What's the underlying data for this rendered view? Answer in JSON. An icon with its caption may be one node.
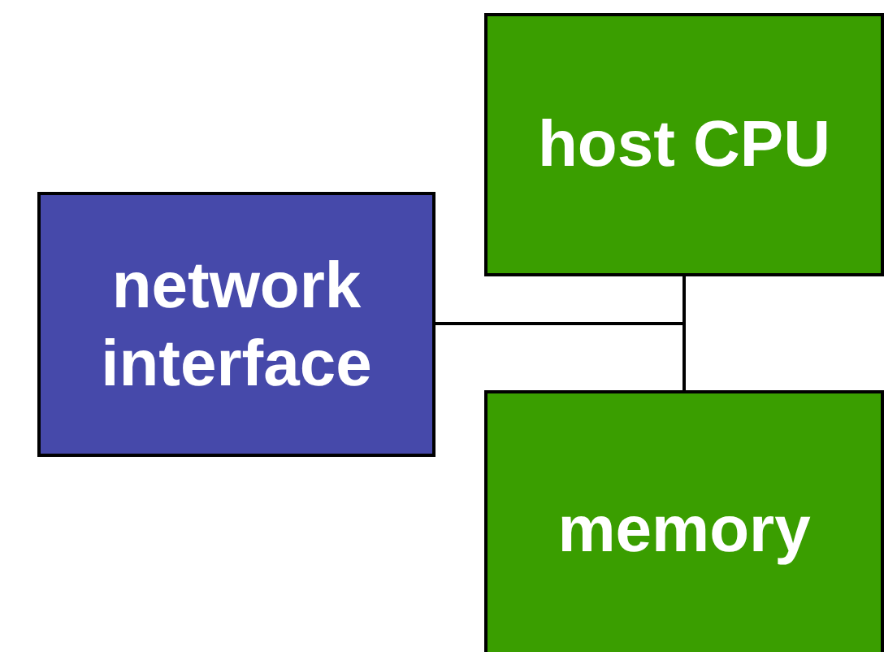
{
  "diagram": {
    "nodes": [
      {
        "text": [
          "host CPU"
        ]
      },
      {
        "text": [
          "network interface"
        ]
      },
      {
        "text": [
          "memory"
        ]
      }
    ],
    "edges": [
      {
        "from": 1,
        "to": 0,
        "arrow": "none"
      },
      {
        "from": 1,
        "to": 2,
        "arrow": "none"
      },
      {
        "from": 0,
        "to": 2,
        "arrow": "none"
      }
    ]
  }
}
